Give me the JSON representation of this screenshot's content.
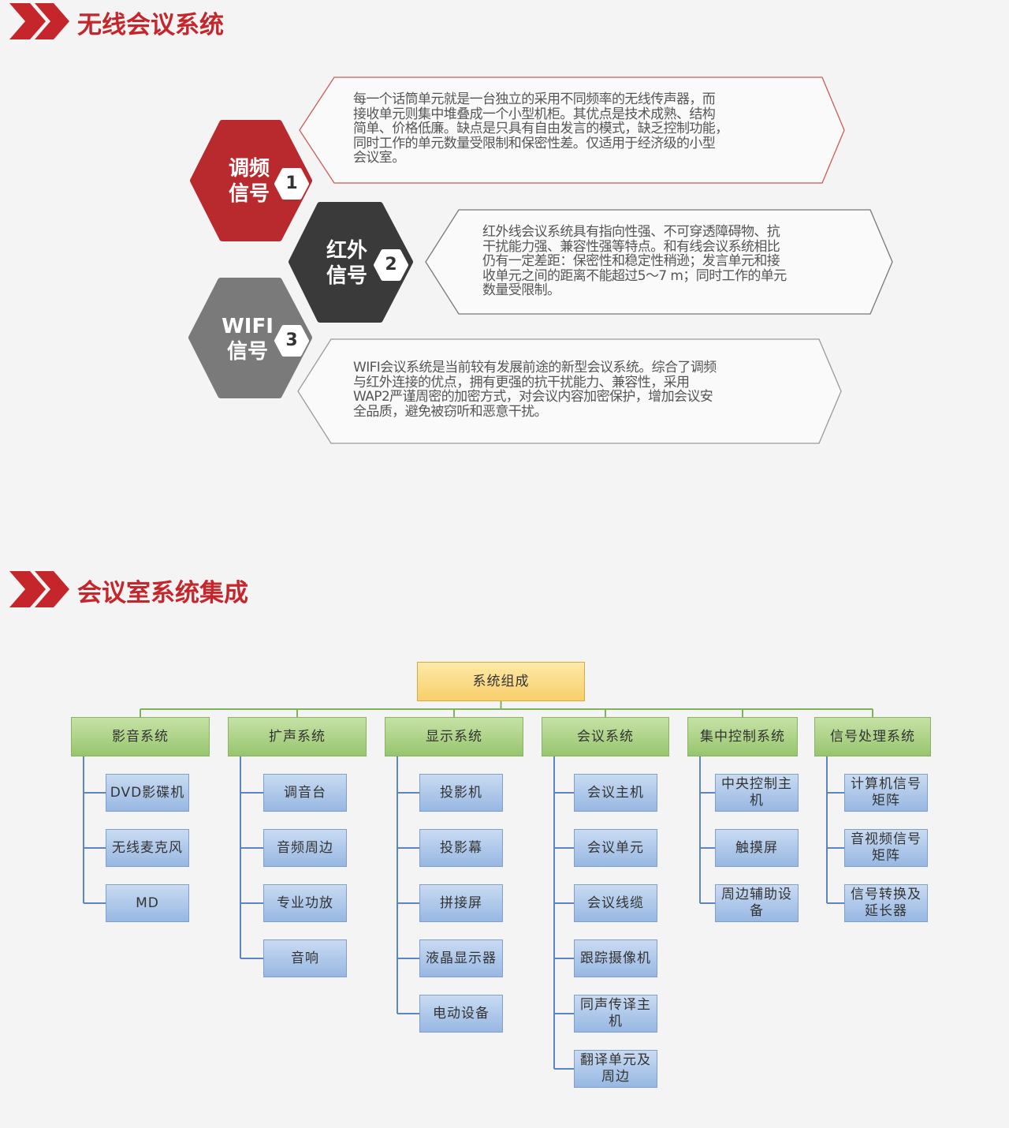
{
  "sections": {
    "wireless_title": "无线会议系统",
    "integration_title": "会议室系统集成"
  },
  "signals": [
    {
      "label_line1": "调频",
      "label_line2": "信号",
      "number": "1",
      "color": "#b82a2e",
      "lines": [
        "每一个话筒单元就是一台独立的采用不同频率的无线传声器，而",
        "接收单元则集中堆叠成一个小型机柜。其优点是技术成熟、结构",
        "简单、价格低廉。缺点是只具有自由发言的模式，缺乏控制功能，",
        "同时工作的单元数量受限制和保密性差。仅适用于经济级的小型",
        "会议室。"
      ]
    },
    {
      "label_line1": "红外",
      "label_line2": "信号",
      "number": "2",
      "color": "#3a3a3a",
      "lines": [
        "红外线会议系统具有指向性强、不可穿透障碍物、抗",
        "干扰能力强、兼容性强等特点。和有线会议系统相比",
        "仍有一定差距：保密性和稳定性稍逊；发言单元和接",
        "收单元之间的距离不能超过5～7 m；同时工作的单元",
        "数量受限制。"
      ]
    },
    {
      "label_line1": "WIFI",
      "label_line2": "信号",
      "number": "3",
      "color": "#7a7a7a",
      "lines": [
        "WIFI会议系统是当前较有发展前途的新型会议系统。综合了调频",
        "与红外连接的优点，拥有更强的抗干扰能力、兼容性，采用",
        "WAP2严谨周密的加密方式，对会议内容加密保护，增加会议安",
        "全品质，避免被窃听和恶意干扰。"
      ]
    }
  ],
  "colors": {
    "accent": "#c4262c",
    "connector": "#7db35a",
    "leaf_connector": "#5b86c2"
  },
  "org": {
    "root": "系统组成",
    "categories": [
      {
        "name": "影音系统",
        "items": [
          "DVD影碟机",
          "无线麦克风",
          "MD"
        ]
      },
      {
        "name": "扩声系统",
        "items": [
          "调音台",
          "音频周边",
          "专业功放",
          "音响"
        ]
      },
      {
        "name": "显示系统",
        "items": [
          "投影机",
          "投影幕",
          "拼接屏",
          "液晶显示器",
          "电动设备"
        ]
      },
      {
        "name": "会议系统",
        "items": [
          "会议主机",
          "会议单元",
          "会议线缆",
          "跟踪摄像机",
          "同声传译主机",
          "翻译单元及周边"
        ]
      },
      {
        "name": "集中控制系统",
        "items": [
          "中央控制主机",
          "触摸屏",
          "周边辅助设备"
        ]
      },
      {
        "name": "信号处理系统",
        "items": [
          "计算机信号矩阵",
          "音视频信号矩阵",
          "信号转换及延长器"
        ]
      }
    ]
  }
}
